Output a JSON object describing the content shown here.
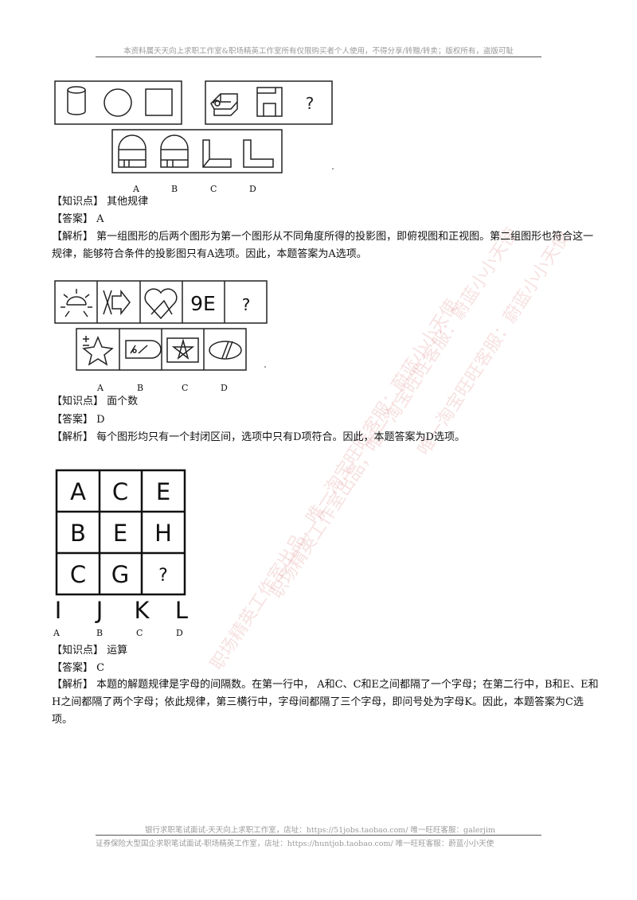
{
  "header": {
    "text": "本资料属天天向上求职工作室&职场精英工作室所有仅限购买者个人使用，不得分享/转赠/转卖；版权所有，盗版可耻"
  },
  "watermarks": [
    "职场精英工作室出品，唯一淘宝旺旺客服：蔚蓝小小天使",
    "职场精英工作室出品，唯一淘宝旺旺客服：蔚蓝小小天使",
    "唯一淘宝旺旺客服：蔚蓝小小天使"
  ],
  "questions": [
    {
      "option_letters": [
        "A",
        "B",
        "C",
        "D"
      ],
      "knowledge": "【知识点】 其他规律",
      "answer": "【答案】 A",
      "analysis": "【解析】 第一组图形的后两个图形为第一个图形从不同角度所得的投影图，即俯视图和正视图。第二组图形也符合这一规律，能够符合条件的投影图只有A选项。因此，本题答案为A选项。"
    },
    {
      "puzzle_cells": [
        "9E",
        "?"
      ],
      "option_letters": [
        "A",
        "B",
        "C",
        "D"
      ],
      "knowledge": "【知识点】 面个数",
      "answer": "【答案】 D",
      "analysis": "【解析】 每个图形均只有一个封闭区间，选项中只有D项符合。因此，本题答案为D选项。"
    },
    {
      "grid": [
        [
          "A",
          "C",
          "E"
        ],
        [
          "B",
          "E",
          "H"
        ],
        [
          "C",
          "G",
          "?"
        ]
      ],
      "choices": [
        "I",
        "J",
        "K",
        "L"
      ],
      "option_letters": [
        "A",
        "B",
        "C",
        "D"
      ],
      "knowledge": "【知识点】 运算",
      "answer": "【答案】 C",
      "analysis": "【解析】 本题的解题规律是字母的间隔数。在第一行中， A和C、C和E之间都隔了一个字母；在第二行中，B和E、E和H之间都隔了两个字母；依此规律，第三横行中，字母间都隔了三个字母，即问号处为字母K。因此，本题答案为C选项。"
    }
  ],
  "puzzle1_question_mark": "?",
  "footer": {
    "line1": "银行求职笔试面试-天天向上求职工作室，店址：https://51jobs.taobao.com/ 唯一旺旺客服：galerjim",
    "line2": "证券保险大型国企求职笔试面试-职场精英工作室，店址：https://huntjob.taobao.com/ 唯一旺旺客服：蔚蓝小小天使"
  }
}
